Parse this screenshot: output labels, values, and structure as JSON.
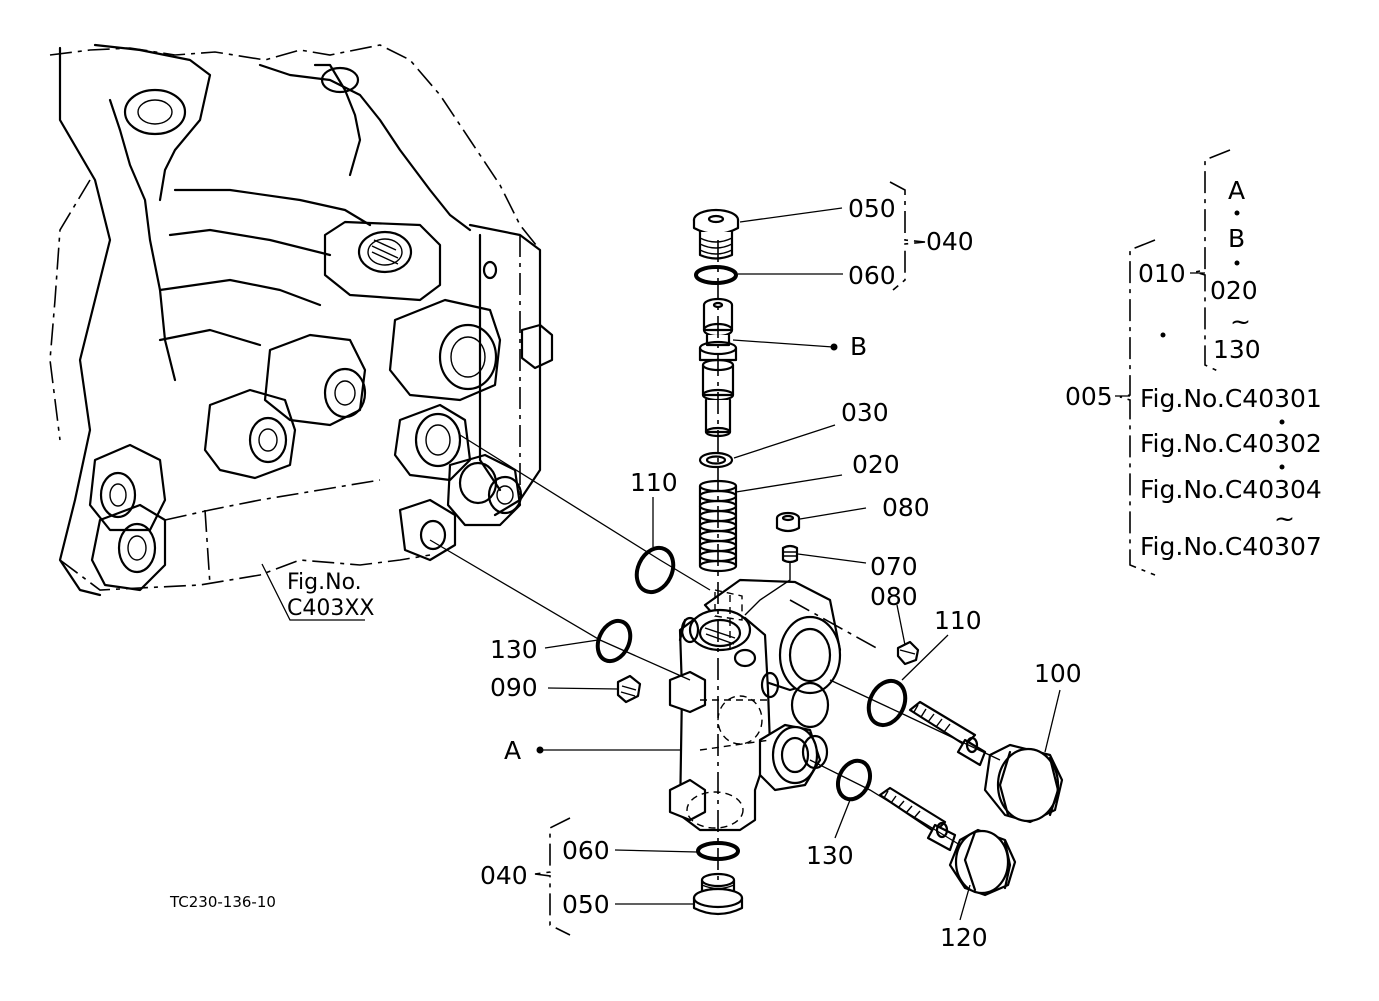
{
  "callouts": {
    "c050_top": "050",
    "c060_top": "060",
    "c040_top": "040",
    "cB": "B",
    "c030": "030",
    "c020": "020",
    "c080_a": "080",
    "c070": "070",
    "c080_b": "080",
    "c110_left": "110",
    "c110_right": "110",
    "c130_left": "130",
    "c130_bottom": "130",
    "c090": "090",
    "cA": "A",
    "c100": "100",
    "c120": "120",
    "c060_bottom": "060",
    "c040_bottom": "040",
    "c050_bottom": "050"
  },
  "fig_ref": {
    "line1": "Fig.No.",
    "line2": "C403XX"
  },
  "legend": {
    "top_a": "A",
    "top_b": "B",
    "n010": "010",
    "n020": "020",
    "tilde1": "~",
    "n130": "130",
    "n005": "005",
    "fig1": "Fig.No.C40301",
    "fig2": "Fig.No.C40302",
    "fig3": "Fig.No.C40304",
    "tilde2": "~",
    "fig4": "Fig.No.C40307"
  },
  "drawing_code": "TC230-136-10"
}
